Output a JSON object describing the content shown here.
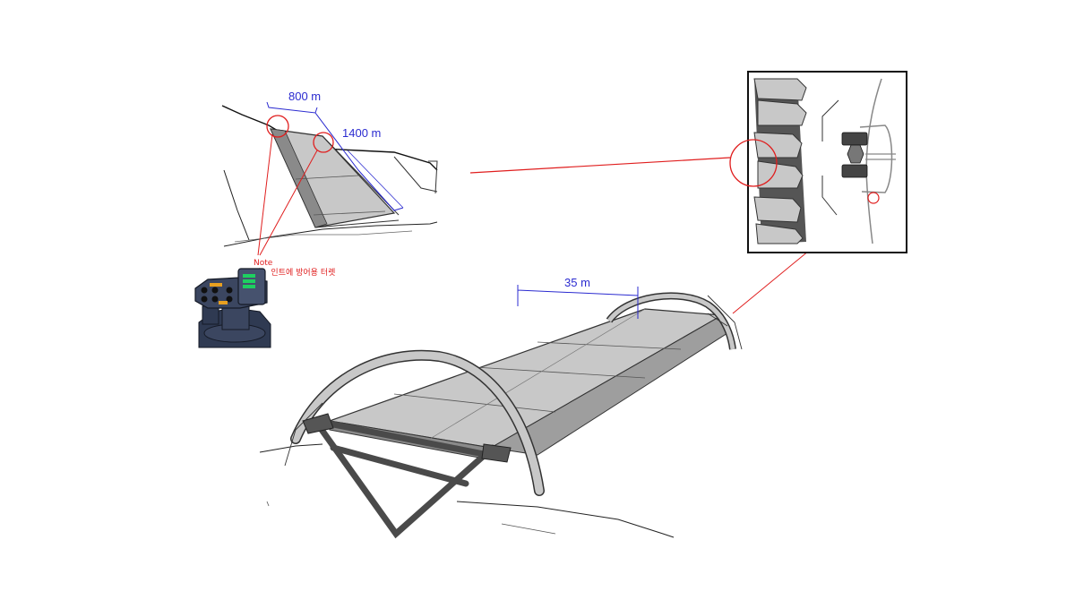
{
  "annotations": {
    "dim_width_top": "800 m",
    "dim_length_top": "1400 m",
    "dim_main_width": "35 m",
    "note_title": "Note",
    "note_text": "각 포인트에 방어용 터렛"
  },
  "colors": {
    "dimension": "#2b2bd0",
    "callout": "#e01e1e",
    "panel": "#c8c8c8",
    "frame": "#6e6e6e",
    "turret_body": "#3b4660",
    "turret_glow": "#1ed060",
    "turret_accent": "#e8a020"
  }
}
